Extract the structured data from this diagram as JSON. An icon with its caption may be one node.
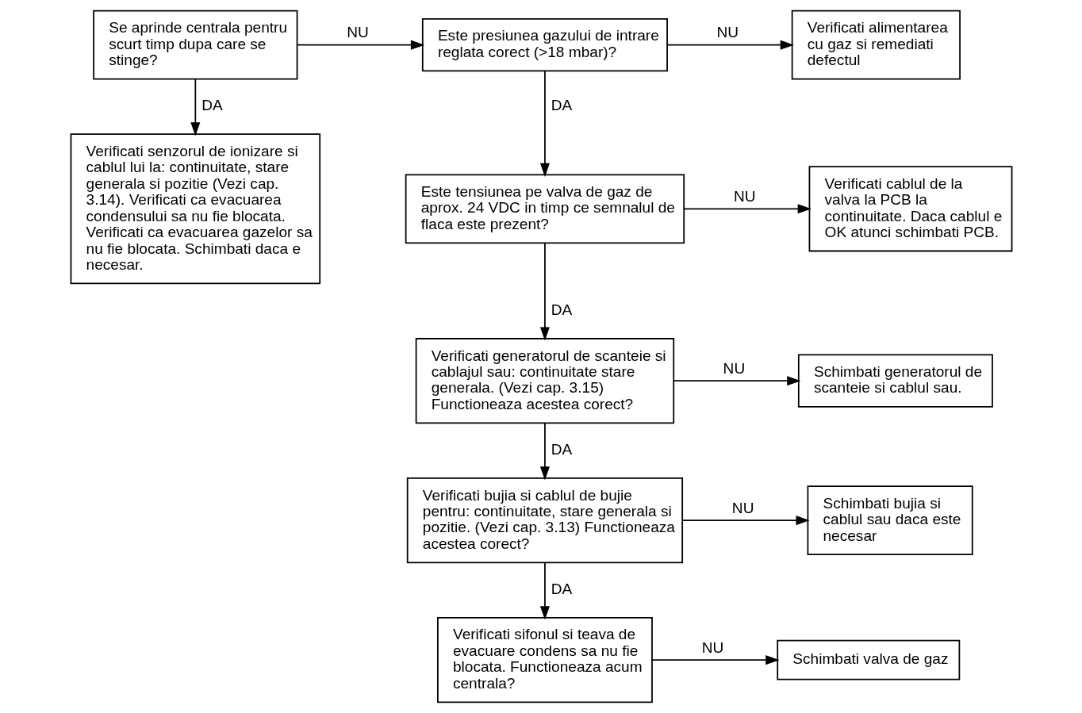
{
  "diagram": {
    "nodes": [
      {
        "text": [
          "Se aprinde centrala pentru scurt timp dupa care se stinge?"
        ]
      },
      {
        "text": [
          "Este presiunea gazului de intrare reglata corect (>18 mbar)?"
        ]
      },
      {
        "text": [
          "Verificati alimentarea cu gaz si remediati defectul"
        ]
      },
      {
        "text": [
          "Verificati senzorul de ionizare si cablul lui la: continuitate, stare generala si pozitie (Vezi cap. 3.14). Verificati ca evacuarea condensului sa nu fie blocata. Verificati ca evacuarea gazelor sa nu fie blocata. Schimbati daca e necesar."
        ]
      },
      {
        "text": [
          "Este tensiunea pe valva de gaz de aprox. 24 VDC in timp ce semnalul de flaca este prezent?"
        ]
      },
      {
        "text": [
          "Verificati cablul de la valva la PCB la continuitate. Daca cablul e OK atunci schimbati PCB."
        ]
      },
      {
        "text": [
          "Verificati generatorul de scanteie si cablajul sau: continuitate stare generala. (Vezi cap. 3.15) Functioneaza acestea corect?"
        ]
      },
      {
        "text": [
          "Schimbati generatorul de scanteie si cablul sau."
        ]
      },
      {
        "text": [
          "Verificati bujia si cablul de bujie pentru: continuitate, stare generala si pozitie. (Vezi cap. 3.13) Functioneaza acestea corect?"
        ]
      },
      {
        "text": [
          "Schimbati bujia si cablul sau daca este necesar"
        ]
      },
      {
        "text": [
          "Verificati sifonul si teava de evacuare condens sa nu fie blocata. Functioneaza acum centrala?"
        ]
      },
      {
        "text": [
          "Schimbati valva de gaz"
        ]
      }
    ],
    "edges": [
      {
        "from": 0,
        "to": 1,
        "arrow": "to",
        "label": "NU"
      },
      {
        "from": 0,
        "to": 3,
        "arrow": "to",
        "label": "DA"
      },
      {
        "from": 1,
        "to": 2,
        "arrow": "to",
        "label": "NU"
      },
      {
        "from": 1,
        "to": 4,
        "arrow": "to",
        "label": "DA"
      },
      {
        "from": 4,
        "to": 5,
        "arrow": "to",
        "label": "NU"
      },
      {
        "from": 4,
        "to": 6,
        "arrow": "to",
        "label": "DA"
      },
      {
        "from": 6,
        "to": 7,
        "arrow": "to",
        "label": "NU"
      },
      {
        "from": 6,
        "to": 8,
        "arrow": "to",
        "label": "DA"
      },
      {
        "from": 8,
        "to": 9,
        "arrow": "to",
        "label": "NU"
      },
      {
        "from": 8,
        "to": 10,
        "arrow": "to",
        "label": "DA"
      },
      {
        "from": 10,
        "to": 11,
        "arrow": "to",
        "label": "NU"
      }
    ]
  }
}
